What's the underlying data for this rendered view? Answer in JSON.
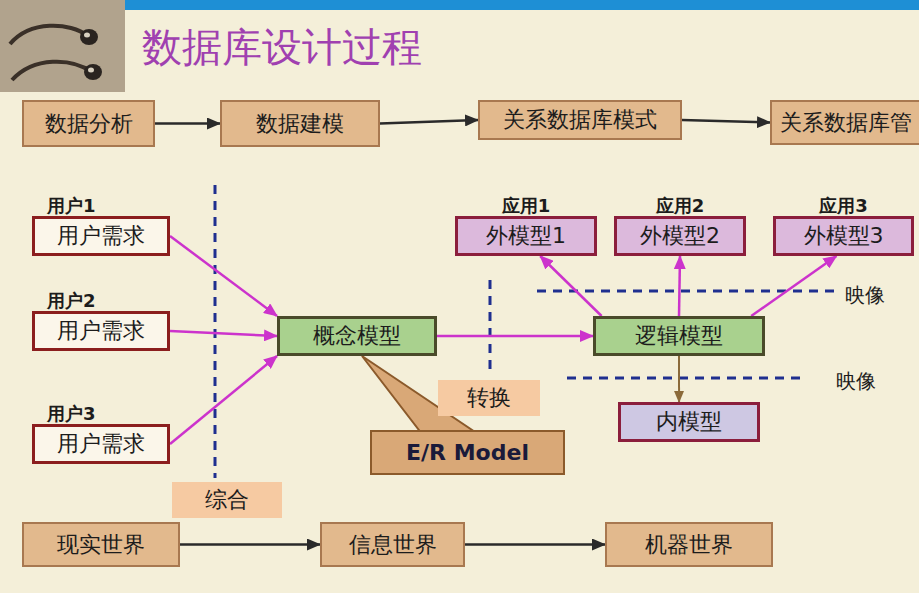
{
  "diagram": {
    "title": "数据库设计过程",
    "nodes": [
      {
        "text": [
          "数据分析"
        ]
      },
      {
        "text": [
          "数据建模"
        ]
      },
      {
        "text": [
          "关系数据库模式"
        ]
      },
      {
        "text": [
          "关系数据库管"
        ]
      },
      {
        "text": [
          "用户1",
          "用户需求"
        ]
      },
      {
        "text": [
          "应用1",
          "外模型1"
        ]
      },
      {
        "text": [
          "应用2",
          "外模型2"
        ]
      },
      {
        "text": [
          "应用3",
          "外模型3"
        ]
      },
      {
        "text": [
          "用户2",
          "用户需求"
        ]
      },
      {
        "text": [
          "概念模型"
        ]
      },
      {
        "text": [
          "逻辑模型"
        ]
      },
      {
        "text": [
          "转换"
        ]
      },
      {
        "text": [
          "内模型"
        ]
      },
      {
        "text": [
          "用户3",
          "用户需求"
        ]
      },
      {
        "text": [
          "E/R Model"
        ]
      },
      {
        "text": [
          "综合"
        ]
      },
      {
        "text": [
          "现实世界"
        ]
      },
      {
        "text": [
          "信息世界"
        ]
      },
      {
        "text": [
          "机器世界"
        ]
      }
    ],
    "edges": [
      {
        "from": 0,
        "to": 1,
        "arrow": "to"
      },
      {
        "from": 1,
        "to": 2,
        "arrow": "to"
      },
      {
        "from": 2,
        "to": 3,
        "arrow": "to"
      },
      {
        "from": 4,
        "to": 9,
        "arrow": "to"
      },
      {
        "from": 8,
        "to": 9,
        "arrow": "to"
      },
      {
        "from": 13,
        "to": 9,
        "arrow": "to"
      },
      {
        "from": 9,
        "to": 10,
        "arrow": "to"
      },
      {
        "from": 10,
        "to": 5,
        "arrow": "to"
      },
      {
        "from": 10,
        "to": 6,
        "arrow": "to"
      },
      {
        "from": 10,
        "to": 7,
        "arrow": "to"
      },
      {
        "from": 10,
        "to": 12,
        "arrow": "to"
      },
      {
        "from": 16,
        "to": 17,
        "arrow": "to"
      },
      {
        "from": 17,
        "to": 18,
        "arrow": "to"
      }
    ],
    "labels": [
      "映像",
      "映像"
    ]
  }
}
